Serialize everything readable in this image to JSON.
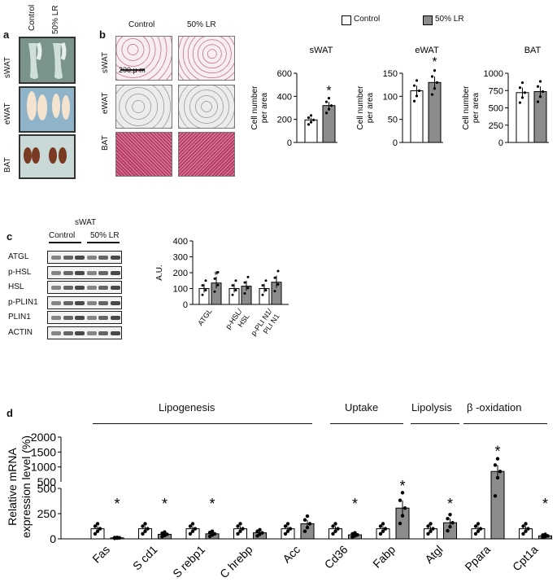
{
  "panels": {
    "a": "a",
    "b": "b",
    "c": "c",
    "d": "d"
  },
  "groups": {
    "control": "Control",
    "lr": "50% LR"
  },
  "tissues": {
    "swat": "sWAT",
    "ewat": "eWAT",
    "bat": "BAT"
  },
  "scale_bar": "200 μ m",
  "legend": {
    "control": "Control",
    "lr": "50% LR"
  },
  "blot": {
    "header": "sWAT",
    "control": "Control",
    "lr": "50% LR",
    "rows": [
      "ATGL",
      "p-HSL",
      "HSL",
      "p-PLIN1",
      "PLIN1",
      "ACTIN"
    ]
  },
  "colors": {
    "control": "#ffffff",
    "lr": "#8c8c8c"
  },
  "chart_data": [
    {
      "type": "bar",
      "title": "sWAT",
      "ylabel": "Cell number per area",
      "ylim": [
        0,
        600
      ],
      "yticks": [
        0,
        200,
        400,
        600
      ],
      "series": [
        {
          "name": "Control",
          "values": [
            195
          ]
        },
        {
          "name": "50% LR",
          "values": [
            320
          ]
        }
      ],
      "significance": [
        "",
        "*"
      ]
    },
    {
      "type": "bar",
      "title": "eWAT",
      "ylabel": "Cell number per area",
      "ylim": [
        0,
        150
      ],
      "yticks": [
        0,
        50,
        100,
        150
      ],
      "series": [
        {
          "name": "Control",
          "values": [
            112
          ]
        },
        {
          "name": "50% LR",
          "values": [
            130
          ]
        }
      ],
      "significance": [
        "",
        "*"
      ]
    },
    {
      "type": "bar",
      "title": "BAT",
      "ylabel": "Cell number per area",
      "ylim": [
        0,
        1000
      ],
      "yticks": [
        0,
        250,
        500,
        750,
        1000
      ],
      "series": [
        {
          "name": "Control",
          "values": [
            720
          ]
        },
        {
          "name": "50% LR",
          "values": [
            735
          ]
        }
      ],
      "significance": [
        "",
        ""
      ]
    },
    {
      "type": "bar",
      "title": "",
      "ylabel": "A.U.",
      "ylim": [
        0,
        400
      ],
      "yticks": [
        0,
        100,
        200,
        300,
        400
      ],
      "categories": [
        "ATGL",
        "p-HSL/ HSL",
        "p-PLI N1/ PLI N1"
      ],
      "series": [
        {
          "name": "Control",
          "values": [
            100,
            100,
            100
          ]
        },
        {
          "name": "50% LR",
          "values": [
            135,
            115,
            140
          ]
        }
      ],
      "significance": [
        "*",
        "",
        ""
      ]
    },
    {
      "type": "bar",
      "title": "",
      "ylabel": "Relative mRNA expression level (%)",
      "yticks_lower": [
        0,
        250,
        500
      ],
      "yticks_upper": [
        500,
        1000,
        1500,
        2000
      ],
      "categories": [
        "Fas",
        "S cd1",
        "S rebp1",
        "C hrebp",
        "Acc",
        "Cd36",
        "Fabp",
        "Atgl",
        "Ppara",
        "Cpt1a"
      ],
      "series": [
        {
          "name": "Control",
          "values": [
            100,
            100,
            100,
            100,
            100,
            100,
            100,
            100,
            100,
            100
          ]
        },
        {
          "name": "50% LR",
          "values": [
            10,
            45,
            50,
            60,
            150,
            40,
            305,
            160,
            850,
            30
          ]
        }
      ],
      "significance": [
        "*",
        "*",
        "*",
        "",
        "",
        "*",
        "*",
        "*",
        "*",
        "*"
      ],
      "groups": [
        "Lipogenesis",
        "Uptake",
        "Lipolysis",
        "β -oxidation"
      ]
    }
  ]
}
